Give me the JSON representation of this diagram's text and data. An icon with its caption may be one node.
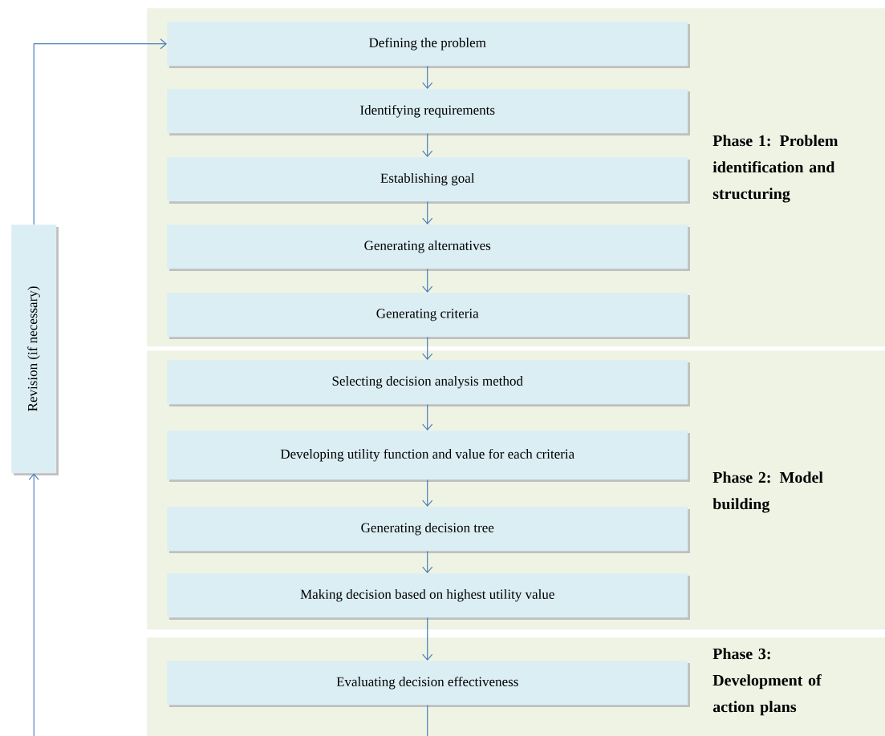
{
  "diagram": {
    "nodes": [
      {
        "text": [
          "Phase 1: Problem identification and structuring"
        ]
      },
      {
        "text": [
          "Defining the problem"
        ],
        "in": 0
      },
      {
        "text": [
          "Identifying requirements"
        ],
        "in": 0
      },
      {
        "text": [
          "Establishing goal"
        ],
        "in": 0
      },
      {
        "text": [
          "Generating alternatives"
        ],
        "in": 0
      },
      {
        "text": [
          "Generating criteria"
        ],
        "in": 0
      },
      {
        "text": [
          "Phase 2: Model building"
        ]
      },
      {
        "text": [
          "Selecting decision analysis method"
        ],
        "in": 6
      },
      {
        "text": [
          "Developing utility function and value for each criteria"
        ],
        "in": 6
      },
      {
        "text": [
          "Generating decision tree"
        ],
        "in": 6
      },
      {
        "text": [
          "Making decision based on highest utility value"
        ],
        "in": 6
      },
      {
        "text": [
          "Phase 3: Development of action plans"
        ]
      },
      {
        "text": [
          "Evaluating decision effectiveness"
        ],
        "in": 11
      },
      {
        "text": [
          "Revision (if necessary)"
        ]
      }
    ],
    "edges": [
      {
        "from": 1,
        "to": 2,
        "arrow": "to"
      },
      {
        "from": 2,
        "to": 3,
        "arrow": "to"
      },
      {
        "from": 3,
        "to": 4,
        "arrow": "to"
      },
      {
        "from": 4,
        "to": 5,
        "arrow": "to"
      },
      {
        "from": 5,
        "to": 7,
        "arrow": "to"
      },
      {
        "from": 7,
        "to": 8,
        "arrow": "to"
      },
      {
        "from": 8,
        "to": 9,
        "arrow": "to"
      },
      {
        "from": 9,
        "to": 10,
        "arrow": "to"
      },
      {
        "from": 10,
        "to": 12,
        "arrow": "to"
      },
      {
        "from": 12,
        "to": 13,
        "arrow": "to"
      },
      {
        "from": 13,
        "to": 1,
        "arrow": "to"
      }
    ]
  }
}
